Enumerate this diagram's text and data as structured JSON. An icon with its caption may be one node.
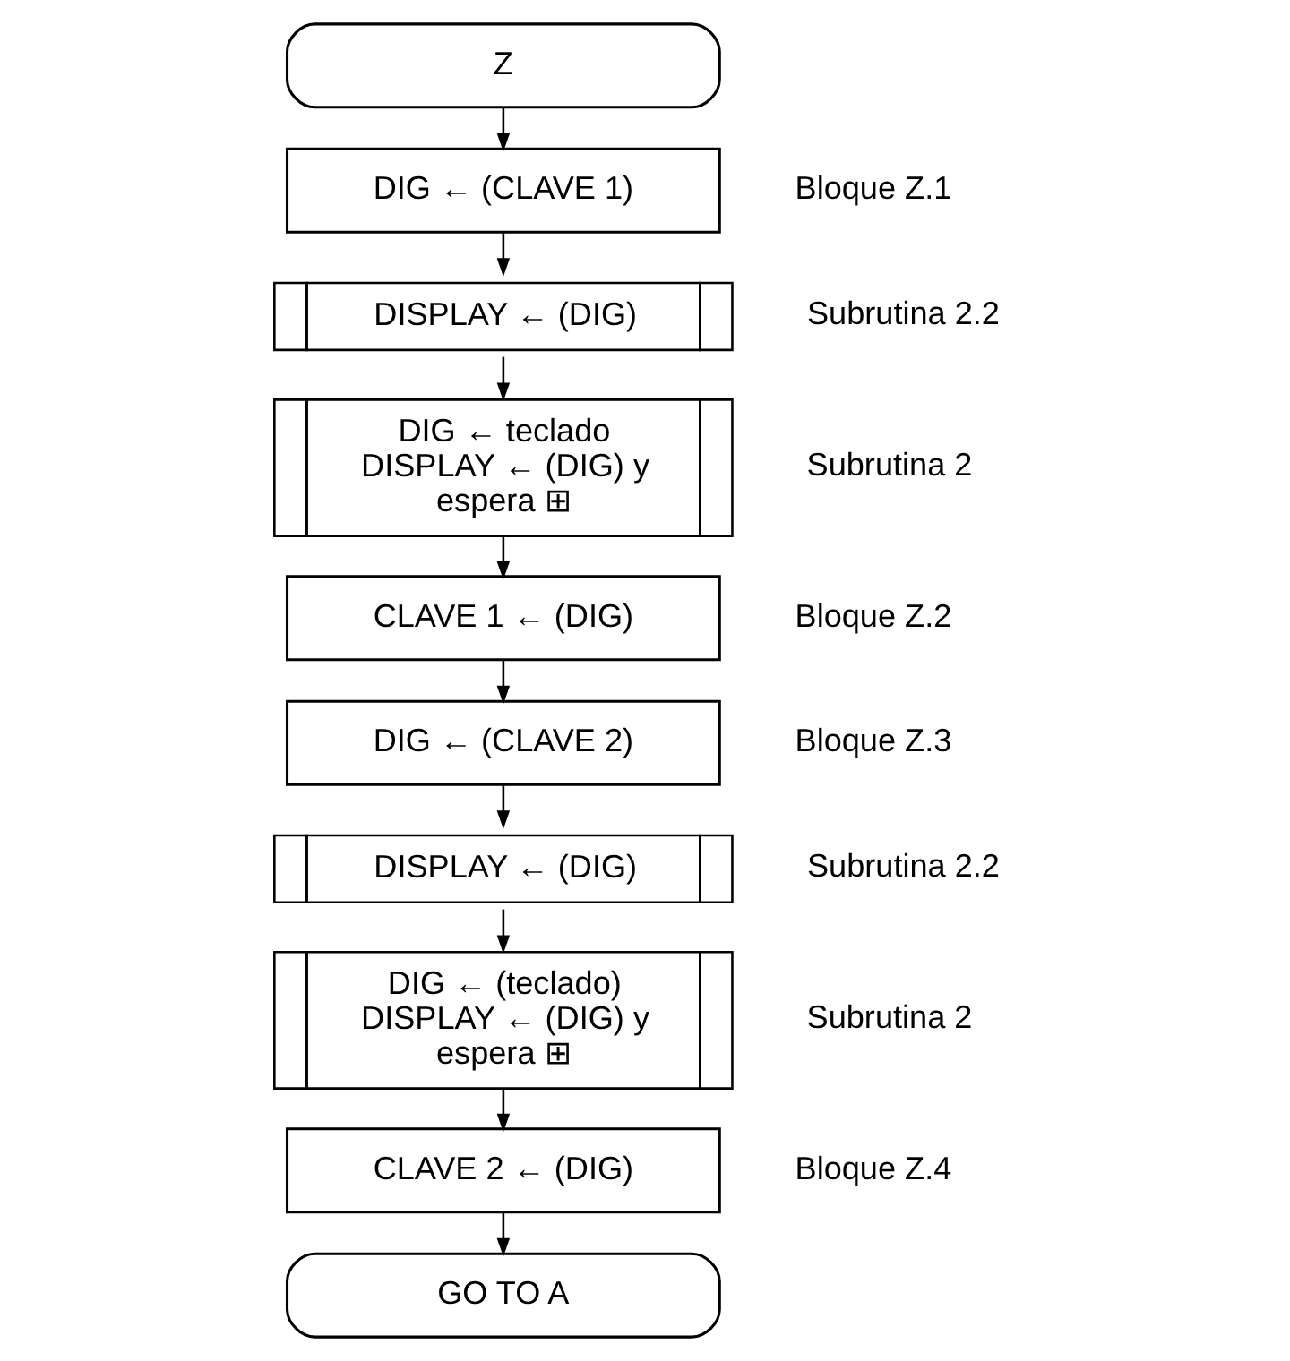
{
  "diagram": {
    "nodes": [
      {
        "text": [
          "Z"
        ]
      },
      {
        "text": [
          "DIG ← (CLAVE 1)"
        ],
        "beside": [
          "Bloque Z.1"
        ]
      },
      {
        "text": [
          "DISPLAY ← (DIG)"
        ],
        "beside": [
          "Subrutina 2.2"
        ]
      },
      {
        "text": [
          "DIG ← teclado DISPLAY ← (DIG) y espera ⊞"
        ],
        "beside": [
          "Subrutina 2"
        ]
      },
      {
        "text": [
          "CLAVE 1 ← (DIG)"
        ],
        "beside": [
          "Bloque Z.2"
        ]
      },
      {
        "text": [
          "DIG ← (CLAVE 2)"
        ],
        "beside": [
          "Bloque Z.3"
        ]
      },
      {
        "text": [
          "DISPLAY ← (DIG)"
        ],
        "beside": [
          "Subrutina 2.2"
        ]
      },
      {
        "text": [
          "DIG ← (teclado) DISPLAY ← (DIG) y espera ⊞"
        ],
        "beside": [
          "Subrutina 2"
        ]
      },
      {
        "text": [
          "CLAVE 2 ← (DIG)"
        ],
        "beside": [
          "Bloque Z.4"
        ]
      },
      {
        "text": [
          "GO TO A"
        ]
      }
    ],
    "edges": [
      {
        "from": 0,
        "to": 1,
        "arrow": "to"
      },
      {
        "from": 1,
        "to": 2,
        "arrow": "to"
      },
      {
        "from": 2,
        "to": 3,
        "arrow": "to"
      },
      {
        "from": 3,
        "to": 4,
        "arrow": "to"
      },
      {
        "from": 4,
        "to": 5,
        "arrow": "to"
      },
      {
        "from": 5,
        "to": 6,
        "arrow": "to"
      },
      {
        "from": 6,
        "to": 7,
        "arrow": "to"
      },
      {
        "from": 7,
        "to": 8,
        "arrow": "to"
      },
      {
        "from": 8,
        "to": 9,
        "arrow": "to"
      }
    ]
  }
}
